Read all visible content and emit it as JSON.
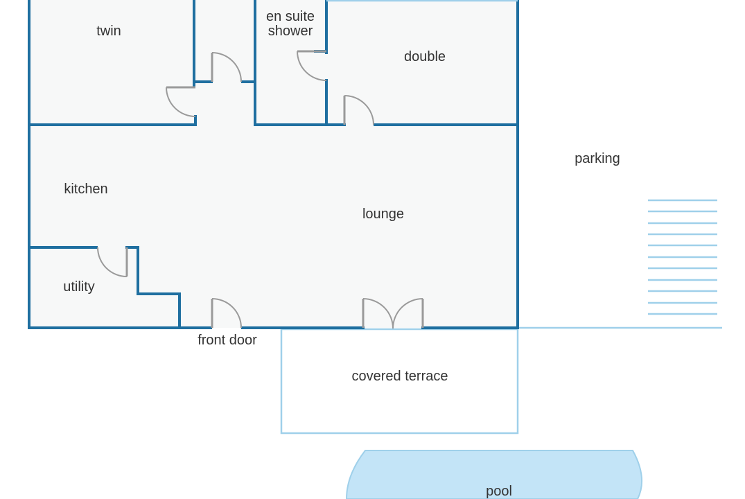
{
  "plan": {
    "rooms": {
      "twin": "twin",
      "en_suite_line1": "en suite",
      "en_suite_line2": "shower",
      "double": "double",
      "kitchen": "kitchen",
      "lounge": "lounge",
      "utility": "utility"
    },
    "outside": {
      "parking": "parking",
      "front_door": "front door",
      "covered_terrace": "covered terrace",
      "pool": "pool"
    },
    "colors": {
      "walls": "#1f6fa0",
      "floor": "#f7f8f8",
      "outline_light": "#9fd0ea",
      "pool_fill": "#c3e4f7",
      "door": "#9a9a9a"
    }
  }
}
